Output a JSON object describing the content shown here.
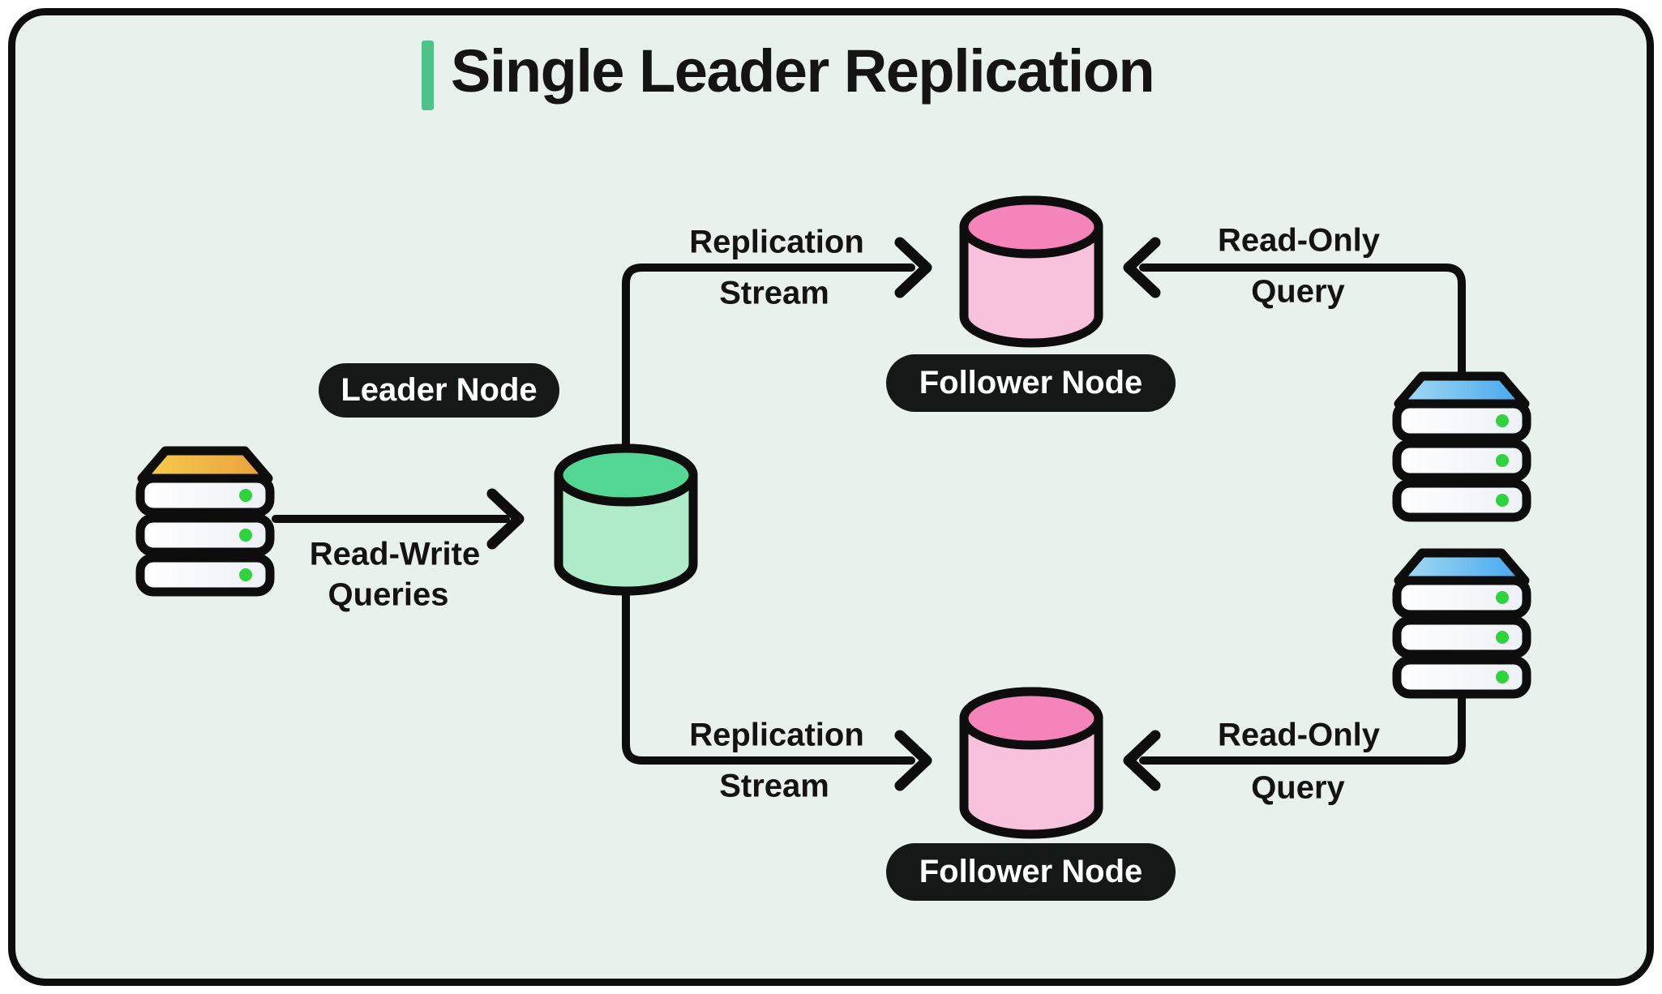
{
  "title": {
    "text": "Single Leader Replication"
  },
  "nodes": {
    "leader": {
      "label": "Leader Node",
      "icon": "database-cylinder-green"
    },
    "follower_top": {
      "label": "Follower Node",
      "icon": "database-cylinder-pink"
    },
    "follower_bottom": {
      "label": "Follower Node",
      "icon": "database-cylinder-pink"
    },
    "client_left": {
      "icon": "server-stack-orange"
    },
    "client_right_top": {
      "icon": "server-stack-blue"
    },
    "client_right_bottom": {
      "icon": "server-stack-blue"
    }
  },
  "edges": {
    "read_write": {
      "line1": "Read-Write",
      "line2": "Queries"
    },
    "replication_top": {
      "line1": "Replication",
      "line2": "Stream"
    },
    "replication_bottom": {
      "line1": "Replication",
      "line2": "Stream"
    },
    "read_only_top": {
      "line1": "Read-Only",
      "line2": "Query"
    },
    "read_only_bottom": {
      "line1": "Read-Only",
      "line2": "Query"
    }
  },
  "colors": {
    "panel_background": "#e8f1ec",
    "outline": "#0c0d0c",
    "accent_green": "#4fc289",
    "leader_cylinder_top": "#54d694",
    "leader_cylinder_body": "#b0ecca",
    "follower_cylinder_top": "#f584ba",
    "follower_cylinder_body": "#f9c2dc",
    "server_top_orange_start": "#f5ce4e",
    "server_top_orange_end": "#eb9e3d",
    "server_top_blue_start": "#a7dcf3",
    "server_top_blue_end": "#43a6ee",
    "status_dot_green": "#2ed33e",
    "pill_background": "#141816",
    "pill_text": "#ffffff"
  }
}
